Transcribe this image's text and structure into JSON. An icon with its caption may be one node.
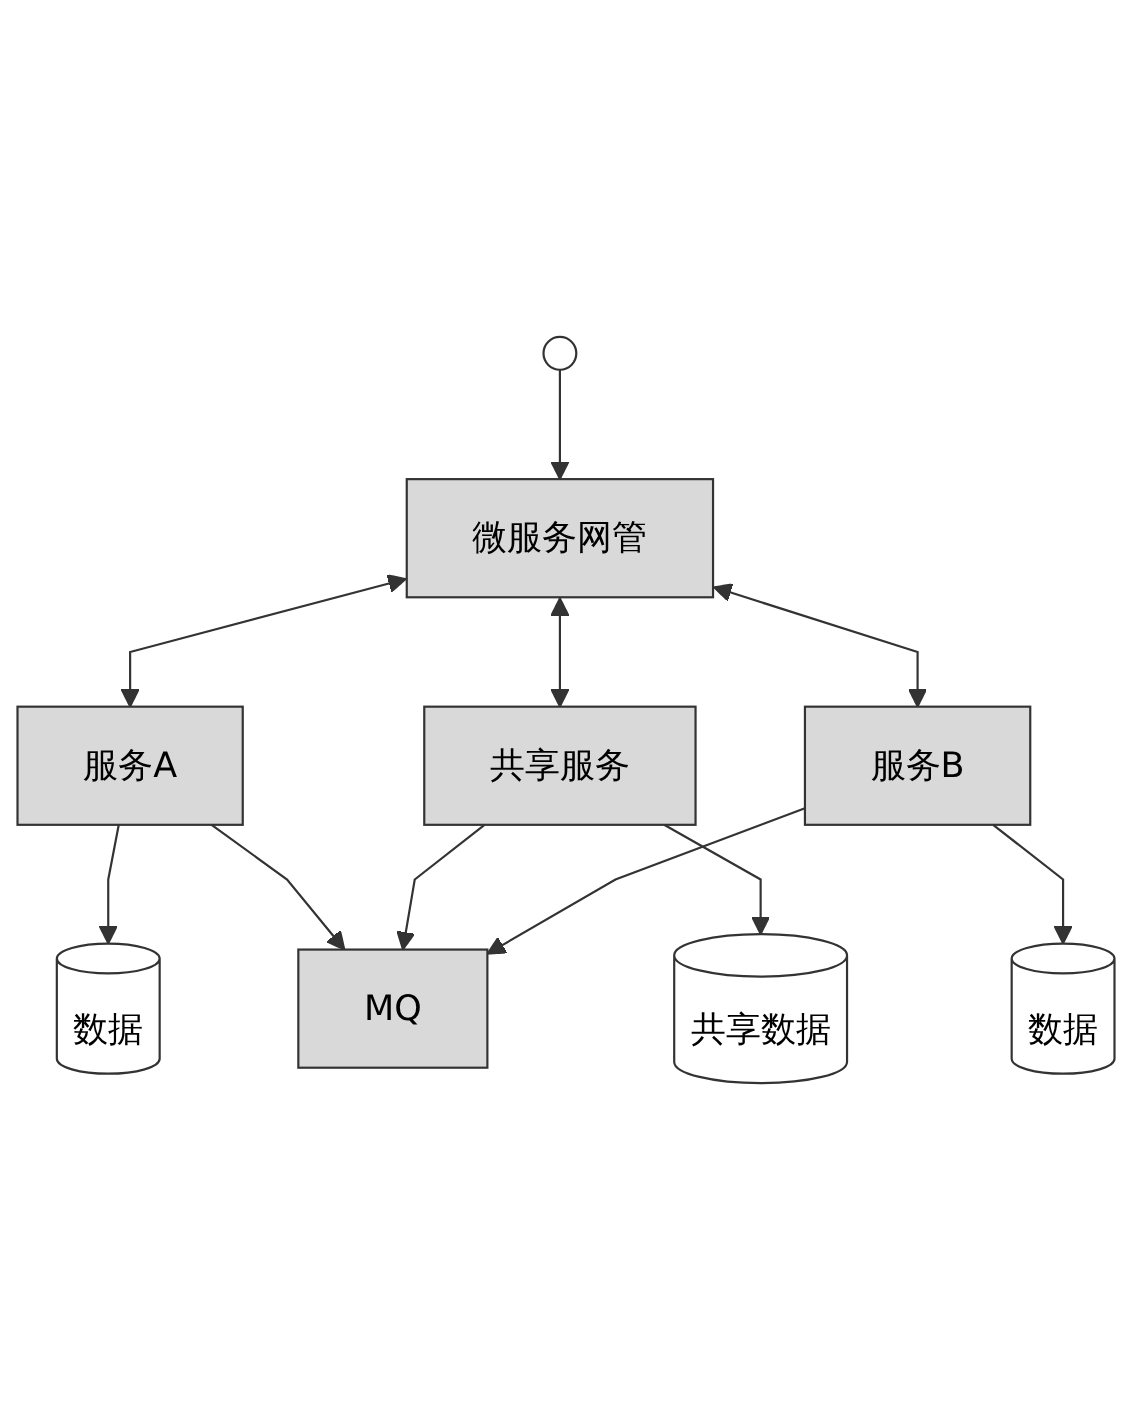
{
  "diagram": {
    "nodes": [
      {
        "text": [],
        "shape": "person"
      },
      {
        "text": [
          "微服务网管"
        ]
      },
      {
        "text": [
          "服务A"
        ]
      },
      {
        "text": [
          "共享服务"
        ]
      },
      {
        "text": [
          "服务B"
        ]
      },
      {
        "text": [
          "数据"
        ]
      },
      {
        "text": [
          "共享数据"
        ]
      },
      {
        "text": [
          "数据"
        ]
      },
      {
        "text": [
          "MQ"
        ]
      }
    ],
    "edges": [
      {
        "from": 0,
        "to": 1,
        "arrow": "to"
      },
      {
        "from": 1,
        "to": 2,
        "arrow": "both"
      },
      {
        "from": 1,
        "to": 3,
        "arrow": "both"
      },
      {
        "from": 1,
        "to": 4,
        "arrow": "both"
      },
      {
        "from": 2,
        "to": 5,
        "arrow": "to"
      },
      {
        "from": 3,
        "to": 6,
        "arrow": "to"
      },
      {
        "from": 4,
        "to": 7,
        "arrow": "to"
      },
      {
        "from": 2,
        "to": 8,
        "arrow": "to"
      },
      {
        "from": 3,
        "to": 8,
        "arrow": "to"
      },
      {
        "from": 4,
        "to": 8,
        "arrow": "to"
      }
    ]
  }
}
